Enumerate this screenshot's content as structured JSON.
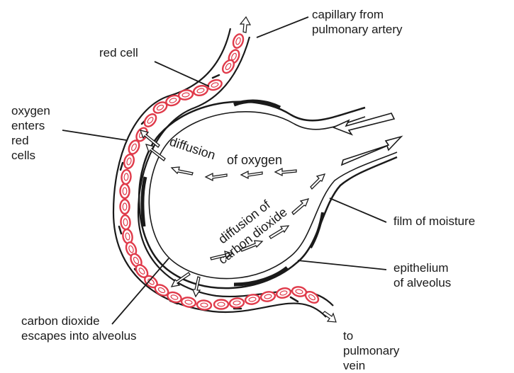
{
  "labels": {
    "capillary_from": "capillary from\npulmonary artery",
    "red_cell": "red cell",
    "oxygen_enters": "oxygen\nenters\nred\ncells",
    "film_of_moisture": "film of moisture",
    "epithelium": "epithelium\nof alveolus",
    "co2_escapes": "carbon dioxide\nescapes into alveolus",
    "to_vein": "to\npulmonary\nvein"
  },
  "arrow_labels": {
    "diffusion": "diffusion",
    "of_oxygen": "of oxygen",
    "diffusion_of": "diffusion of",
    "carbon_dioxide": "carbon dioxide"
  },
  "colors": {
    "red_cell": "#e03a4a",
    "outline": "#1a1a1a",
    "cell_fill": "#ffffff"
  }
}
